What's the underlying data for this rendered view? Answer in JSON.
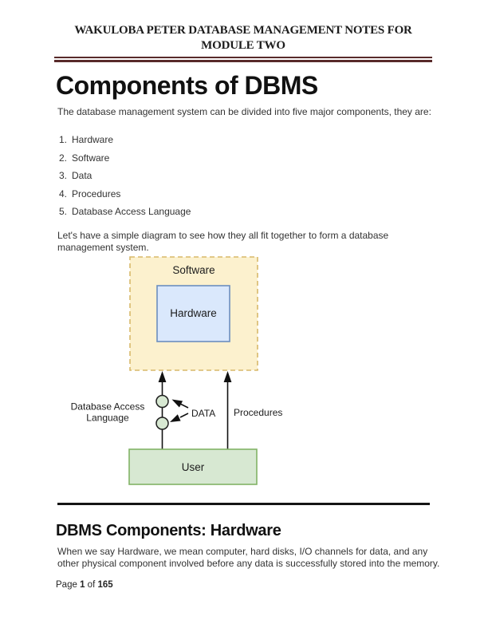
{
  "header": {
    "line1": "WAKULOBA PETER DATABASE MANAGEMENT NOTES FOR",
    "line2": "MODULE TWO"
  },
  "title": "Components of DBMS",
  "intro": "The database management system can be divided into five major components, they are:",
  "list": {
    "items": [
      {
        "num": "1.",
        "label": "Hardware"
      },
      {
        "num": "2.",
        "label": "Software"
      },
      {
        "num": "3.",
        "label": "Data"
      },
      {
        "num": "4.",
        "label": "Procedures"
      },
      {
        "num": "5.",
        "label": "Database Access Language"
      }
    ]
  },
  "lead_in": "Let's have a simple diagram to see how they all fit together to form a database management system.",
  "diagram": {
    "software_label": "Software",
    "hardware_label": "Hardware",
    "user_label": "User",
    "dal_label_line1": "Database Access",
    "dal_label_line2": "Language",
    "data_label": "DATA",
    "procedures_label": "Procedures"
  },
  "section": {
    "heading": "DBMS Components: Hardware",
    "body": "When we say Hardware, we mean computer, hard disks, I/O channels for data, and any other physical component involved before any data is successfully stored into the memory."
  },
  "footer": {
    "prefix": "Page",
    "page_number": "1",
    "of_word": "of",
    "total_pages": "165"
  },
  "colors": {
    "header_rule": "#582a2a",
    "divider": "#141414",
    "software_fill": "#FCF1CE",
    "software_stroke": "#D8B96A",
    "hardware_fill": "#DAE8FC",
    "hardware_stroke": "#6C8EBF",
    "green_fill": "#D7E8D2",
    "green_stroke": "#82B366",
    "arrow": "#111111"
  }
}
